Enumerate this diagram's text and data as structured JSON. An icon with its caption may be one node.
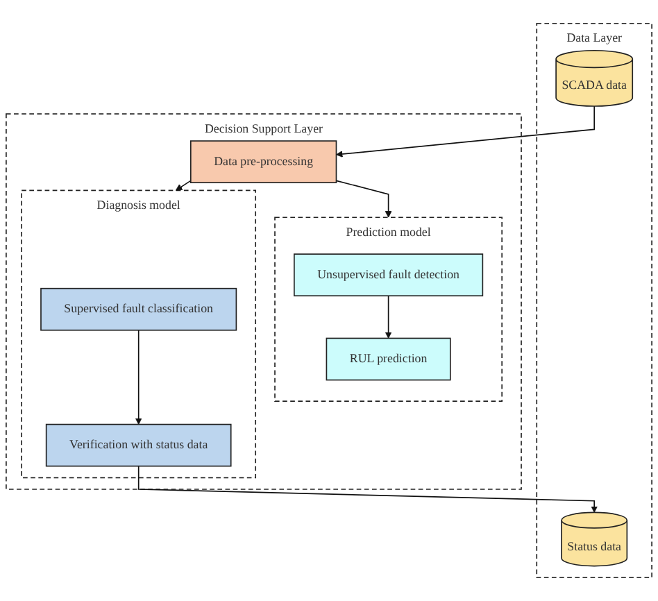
{
  "diagram": {
    "nodes": [
      {
        "text": [
          "Data Layer"
        ]
      },
      {
        "text": [
          "SCADA data"
        ],
        "in": 0
      },
      {
        "text": [
          "Status data"
        ],
        "in": 0
      },
      {
        "text": [
          "Decision Support Layer"
        ]
      },
      {
        "text": [
          "Data pre-processing"
        ],
        "in": 3
      },
      {
        "text": [
          "Prediction model"
        ],
        "in": 3
      },
      {
        "text": [
          "Unsupervised fault detection"
        ],
        "in": 5
      },
      {
        "text": [
          "RUL prediction"
        ],
        "in": 5
      },
      {
        "text": [
          "Diagnosis model"
        ],
        "in": 3
      },
      {
        "text": [
          "Supervised fault classification"
        ],
        "in": 8
      },
      {
        "text": [
          "Verification with status data"
        ],
        "in": 8
      }
    ],
    "edges": [
      {
        "from": 1,
        "to": 4,
        "arrow": "to"
      },
      {
        "from": 4,
        "to": 5,
        "arrow": "to"
      },
      {
        "from": 4,
        "to": 8,
        "arrow": "to"
      },
      {
        "from": 6,
        "to": 7,
        "arrow": "to"
      },
      {
        "from": 9,
        "to": 10,
        "arrow": "to"
      },
      {
        "from": 10,
        "to": 2,
        "arrow": "to"
      }
    ]
  }
}
